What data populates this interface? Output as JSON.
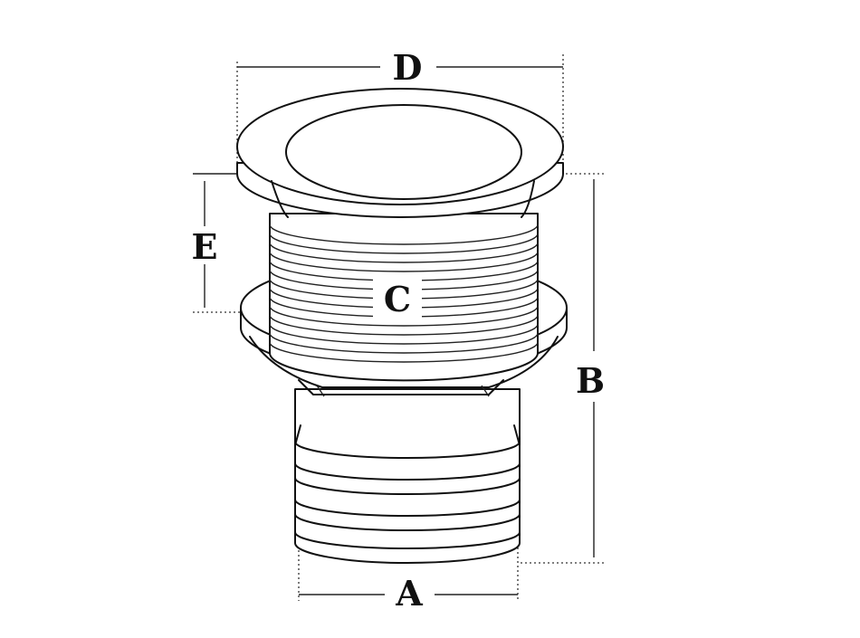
{
  "diagram": {
    "labels": {
      "A": "A",
      "B": "B",
      "C": "C",
      "D": "D",
      "E": "E"
    }
  }
}
